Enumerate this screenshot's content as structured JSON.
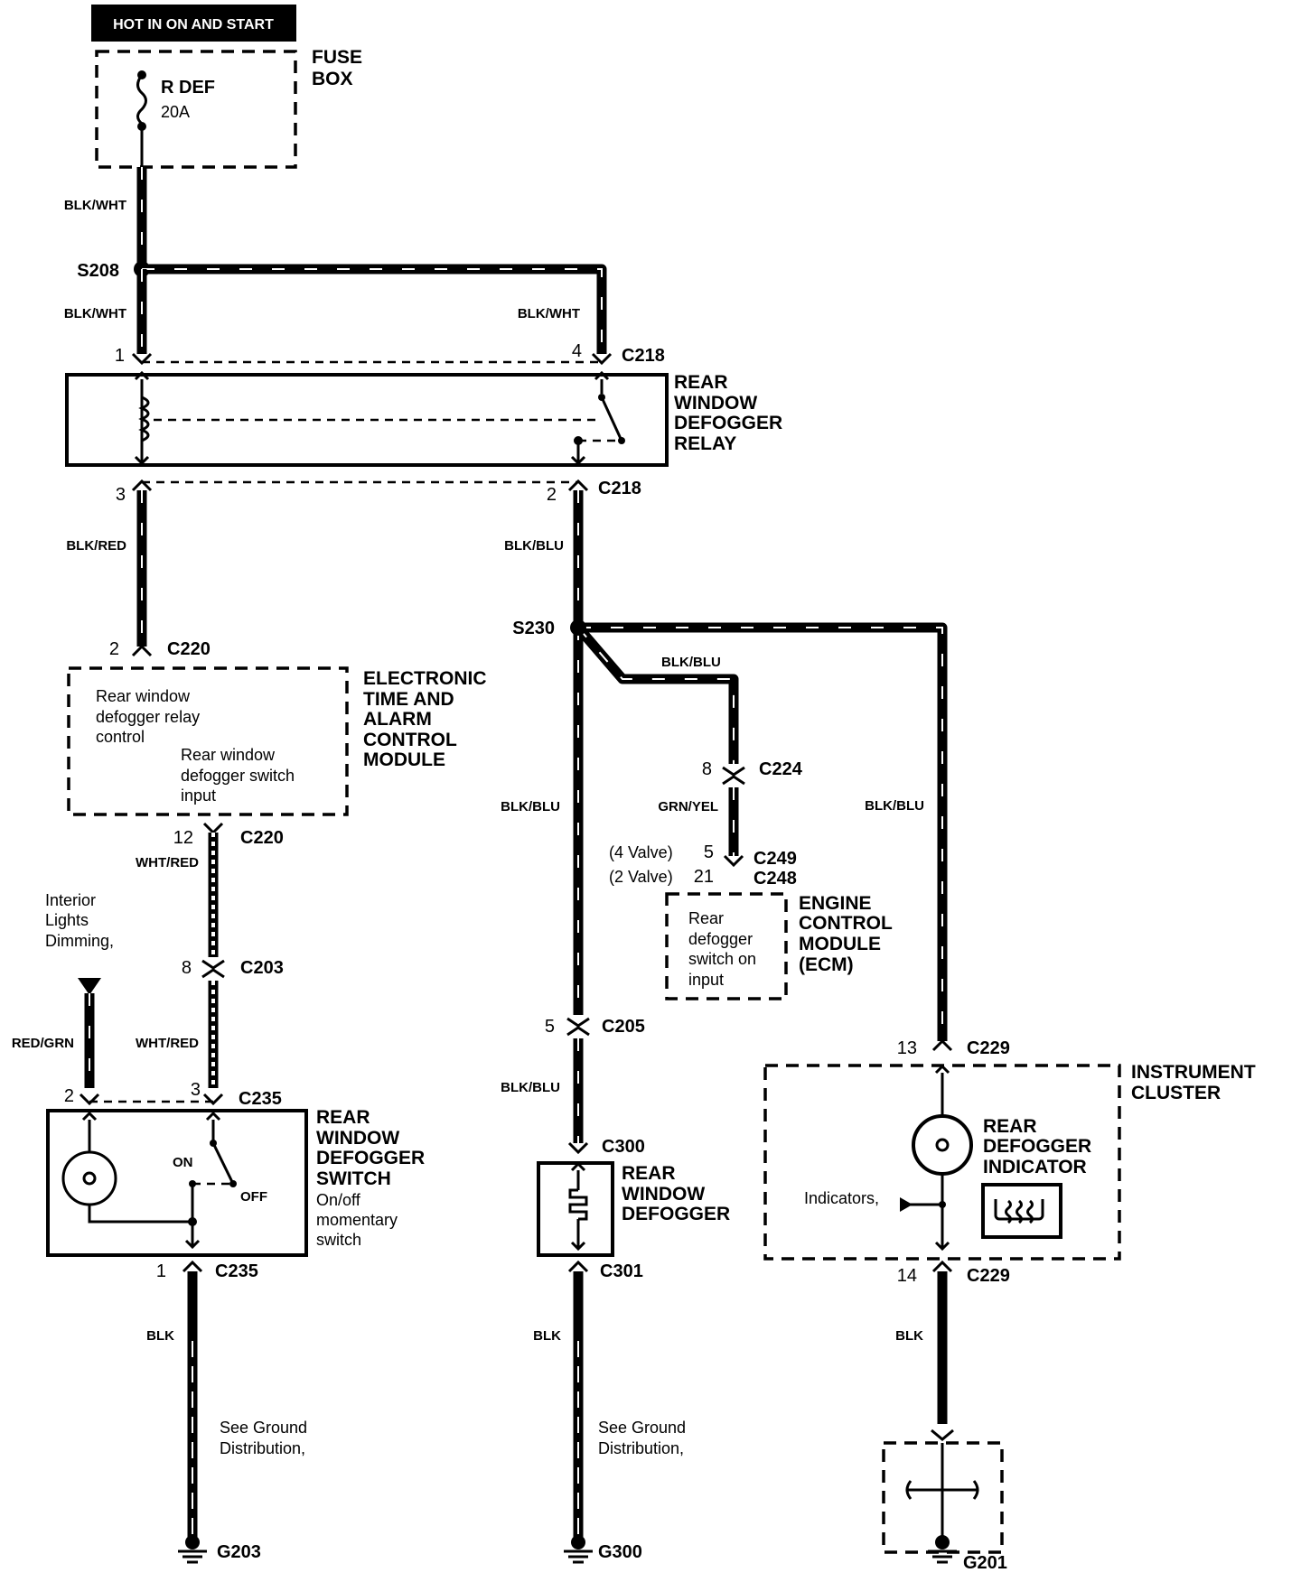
{
  "power_source": "HOT IN ON AND START",
  "fuse_box": {
    "title_line1": "FUSE",
    "title_line2": "BOX",
    "fuse_name": "R DEF",
    "rating": "20A"
  },
  "splices": {
    "s208": "S208",
    "s230": "S230"
  },
  "wire_colors": {
    "blk_wht": "BLK/WHT",
    "blk_red": "BLK/RED",
    "blk_blu": "BLK/BLU",
    "grn_yel": "GRN/YEL",
    "wht_red": "WHT/RED",
    "red_grn": "RED/GRN",
    "blk": "BLK"
  },
  "relay": {
    "line1": "REAR",
    "line2": "WINDOW",
    "line3": "DEFOGGER",
    "line4": "RELAY",
    "connector": "C218",
    "pin_top_left": "1",
    "pin_top_right": "4",
    "pin_bottom_left": "3",
    "pin_bottom_right": "2"
  },
  "etacm": {
    "title_line1": "ELECTRONIC",
    "title_line2": "TIME AND",
    "title_line3": "ALARM",
    "title_line4": "CONTROL",
    "title_line5": "MODULE",
    "relay_control_line1": "Rear window",
    "relay_control_line2": "defogger relay",
    "relay_control_line3": "control",
    "switch_input_line1": "Rear window",
    "switch_input_line2": "defogger switch",
    "switch_input_line3": "input",
    "connector": "C220",
    "pin_top": "2",
    "pin_bottom": "12"
  },
  "c203": {
    "connector": "C203",
    "pin": "8"
  },
  "interior_lights": {
    "line1": "Interior",
    "line2": "Lights",
    "line3": "Dimming,"
  },
  "switch": {
    "title_line1": "REAR",
    "title_line2": "WINDOW",
    "title_line3": "DEFOGGER",
    "title_line4": "SWITCH",
    "desc_line1": "On/off",
    "desc_line2": "momentary",
    "desc_line3": "switch",
    "on_label": "ON",
    "off_label": "OFF",
    "connector": "C235",
    "pin_left": "2",
    "pin_right": "3",
    "pin_bottom": "1"
  },
  "ecm": {
    "title_line1": "ENGINE",
    "title_line2": "CONTROL",
    "title_line3": "MODULE",
    "title_line4": "(ECM)",
    "input_line1": "Rear",
    "input_line2": "defogger",
    "input_line3": "switch on",
    "input_line4": "input",
    "c224": "C224",
    "c224_pin": "8",
    "valve4": "(4 Valve)",
    "valve4_pin": "5",
    "c249": "C249",
    "valve2": "(2 Valve)",
    "valve2_pin": "21",
    "c248": "C248"
  },
  "c205": {
    "connector": "C205",
    "pin": "5"
  },
  "defogger": {
    "line1": "REAR",
    "line2": "WINDOW",
    "line3": "DEFOGGER",
    "c300": "C300",
    "c301": "C301"
  },
  "cluster": {
    "title_line1": "INSTRUMENT",
    "title_line2": "CLUSTER",
    "indicator_line1": "REAR",
    "indicator_line2": "DEFOGGER",
    "indicator_line3": "INDICATOR",
    "indicators_label": "Indicators,",
    "connector": "C229",
    "pin_top": "13",
    "pin_bottom": "14"
  },
  "grounds": {
    "see_line1": "See Ground",
    "see_line2": "Distribution,",
    "g203": "G203",
    "g300": "G300",
    "g201": "G201"
  },
  "colors": {
    "ink": "#000000",
    "paper": "#ffffff"
  }
}
